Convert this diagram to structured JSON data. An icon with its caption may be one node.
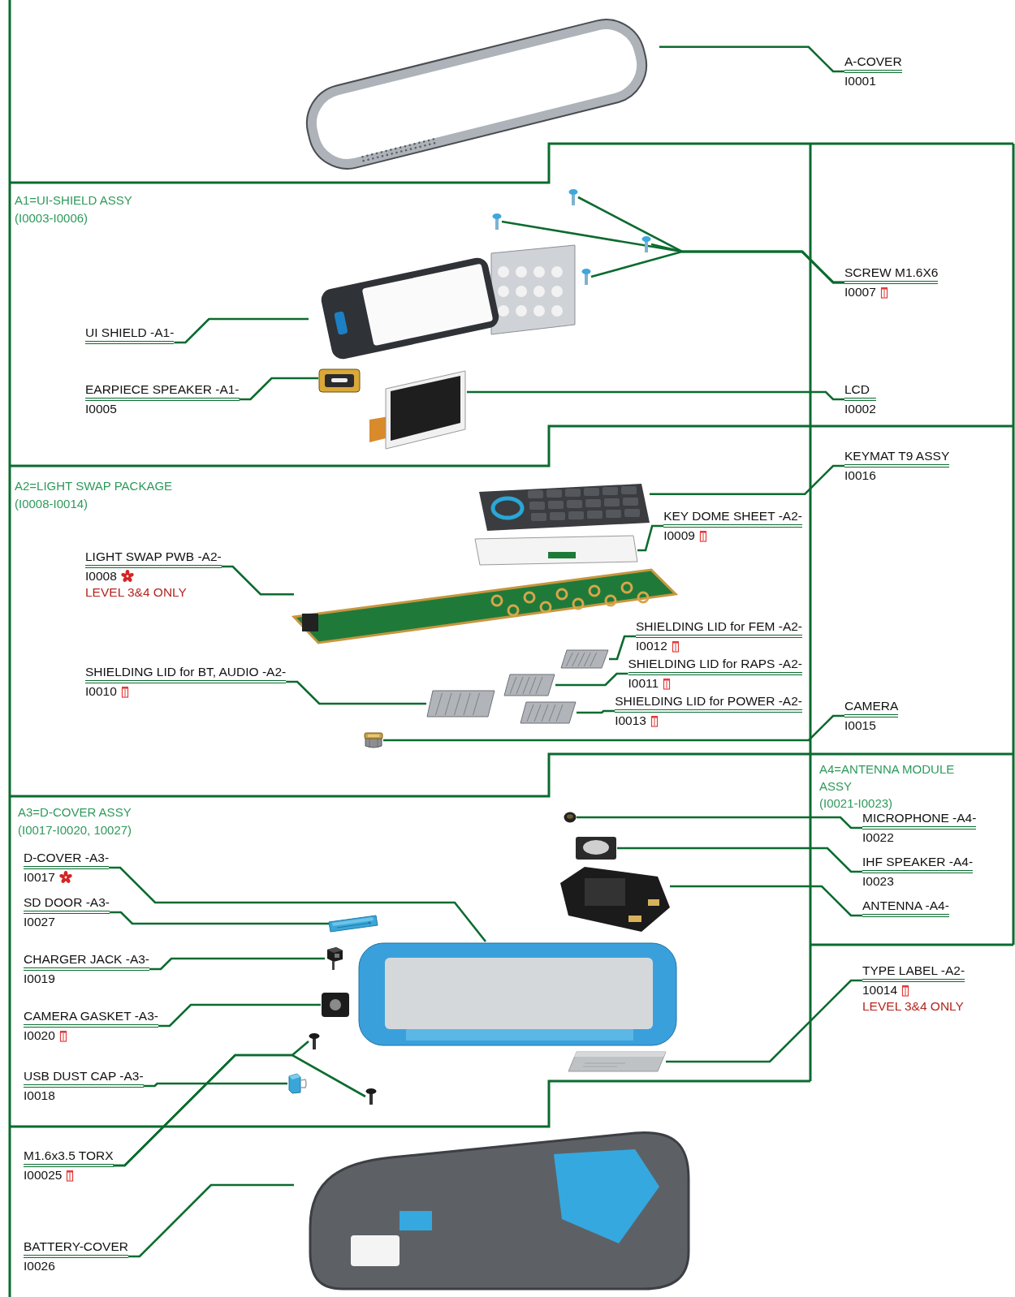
{
  "diagram": {
    "nodes": [
      {
        "text": [
          "A-COVER",
          "I0001"
        ]
      },
      {
        "text": [
          "SCREW M1.6X6",
          "I0007"
        ]
      },
      {
        "text": [
          "UI SHIELD -A1-"
        ]
      },
      {
        "text": [
          "EARPIECE SPEAKER -A1-",
          "I0005"
        ]
      },
      {
        "text": [
          "LCD",
          "I0002"
        ]
      },
      {
        "text": [
          "KEYMAT T9 ASSY",
          "I0016"
        ]
      },
      {
        "text": [
          "KEY DOME SHEET -A2-",
          "I0009"
        ]
      },
      {
        "text": [
          "LIGHT SWAP PWB -A2-",
          "I0008",
          "LEVEL 3&4 ONLY"
        ]
      },
      {
        "text": [
          "SHIELDING LID for FEM -A2-",
          "I0012"
        ]
      },
      {
        "text": [
          "SHIELDING LID for RAPS -A2-",
          "I0011"
        ]
      },
      {
        "text": [
          "SHIELDING LID for BT, AUDIO -A2-",
          "I0010"
        ]
      },
      {
        "text": [
          "SHIELDING LID for POWER -A2-",
          "I0013"
        ]
      },
      {
        "text": [
          "CAMERA",
          "I0015"
        ]
      },
      {
        "text": [
          "MICROPHONE -A4-",
          "I0022"
        ]
      },
      {
        "text": [
          "D-COVER -A3-",
          "I0017"
        ]
      },
      {
        "text": [
          "IHF SPEAKER -A4-",
          "I0023"
        ]
      },
      {
        "text": [
          "SD DOOR -A3-",
          "I0027"
        ]
      },
      {
        "text": [
          "ANTENNA -A4-"
        ]
      },
      {
        "text": [
          "CHARGER JACK -A3-",
          "I0019"
        ]
      },
      {
        "text": [
          "TYPE LABEL -A2-",
          "10014",
          "LEVEL 3&4 ONLY"
        ]
      },
      {
        "text": [
          "CAMERA GASKET -A3-",
          "I0020"
        ]
      },
      {
        "text": [
          "USB DUST CAP -A3-",
          "I0018"
        ]
      },
      {
        "text": [
          "M1.6x3.5 TORX",
          "I00025"
        ]
      },
      {
        "text": [
          "BATTERY-COVER",
          "I0026"
        ]
      },
      {
        "text": [],
        "shape": "picture"
      },
      {
        "text": [],
        "shape": "picture"
      },
      {
        "text": [],
        "shape": "picture"
      },
      {
        "text": [],
        "shape": "picture"
      },
      {
        "text": [],
        "shape": "picture"
      },
      {
        "text": [],
        "shape": "picture"
      },
      {
        "text": [],
        "shape": "picture"
      },
      {
        "text": [],
        "shape": "picture"
      },
      {
        "text": [],
        "shape": "picture"
      },
      {
        "text": [],
        "shape": "picture"
      },
      {
        "text": [],
        "shape": "picture"
      },
      {
        "text": [],
        "shape": "picture"
      },
      {
        "text": [],
        "shape": "picture"
      },
      {
        "text": [],
        "shape": "picture"
      },
      {
        "text": [],
        "shape": "picture"
      },
      {
        "text": [],
        "shape": "picture"
      },
      {
        "text": [],
        "shape": "circle"
      },
      {
        "text": [],
        "shape": "picture"
      },
      {
        "text": [],
        "shape": "picture"
      },
      {
        "text": [],
        "shape": "picture"
      },
      {
        "text": [],
        "shape": "picture"
      },
      {
        "text": [],
        "shape": "picture"
      },
      {
        "text": [],
        "shape": "picture"
      },
      {
        "text": [],
        "shape": "picture"
      },
      {
        "text": [],
        "shape": "picture"
      },
      {
        "text": [],
        "shape": "picture"
      },
      {
        "text": [],
        "shape": "picture"
      },
      {
        "text": [],
        "shape": "picture"
      }
    ],
    "edges": [
      {
        "from": 0,
        "to": 24,
        "arrow": "none"
      },
      {
        "from": 1,
        "to": 26,
        "arrow": "none"
      },
      {
        "from": 1,
        "to": 27,
        "arrow": "none"
      },
      {
        "from": 1,
        "to": 28,
        "arrow": "none"
      },
      {
        "from": 1,
        "to": 29,
        "arrow": "none"
      },
      {
        "from": 2,
        "to": 25,
        "arrow": "none"
      },
      {
        "from": 3,
        "to": 30,
        "arrow": "none"
      },
      {
        "from": 4,
        "to": 31,
        "arrow": "none"
      },
      {
        "from": 5,
        "to": 32,
        "arrow": "none"
      },
      {
        "from": 6,
        "to": 33,
        "arrow": "none"
      },
      {
        "from": 7,
        "to": 34,
        "arrow": "none"
      },
      {
        "from": 8,
        "to": 35,
        "arrow": "none"
      },
      {
        "from": 9,
        "to": 36,
        "arrow": "none"
      },
      {
        "from": 10,
        "to": 37,
        "arrow": "none"
      },
      {
        "from": 11,
        "to": 38,
        "arrow": "none"
      },
      {
        "from": 12,
        "to": 39,
        "arrow": "none"
      },
      {
        "from": 13,
        "to": 40,
        "arrow": "none"
      },
      {
        "from": 14,
        "to": 45,
        "arrow": "none"
      },
      {
        "from": 15,
        "to": 41,
        "arrow": "none"
      },
      {
        "from": 16,
        "to": 43,
        "arrow": "none"
      },
      {
        "from": 17,
        "to": 42,
        "arrow": "none"
      },
      {
        "from": 18,
        "to": 44,
        "arrow": "none"
      },
      {
        "from": 19,
        "to": 50,
        "arrow": "none"
      },
      {
        "from": 20,
        "to": 46,
        "arrow": "none"
      },
      {
        "from": 21,
        "to": 48,
        "arrow": "none"
      },
      {
        "from": 22,
        "to": 47,
        "arrow": "none"
      },
      {
        "from": 22,
        "to": 49,
        "arrow": "none"
      },
      {
        "from": 23,
        "to": 51,
        "arrow": "none"
      }
    ],
    "labels": [
      "A1=UI-SHIELD ASSY",
      "(I0003-I0006)",
      "A2=LIGHT SWAP PACKAGE",
      "(I0008-I0014)",
      "A4=ANTENNA MODULE ASSY",
      "(I0021-I0023)",
      "A3=D-COVER ASSY",
      "(I0017-I0020, 10027)"
    ]
  }
}
